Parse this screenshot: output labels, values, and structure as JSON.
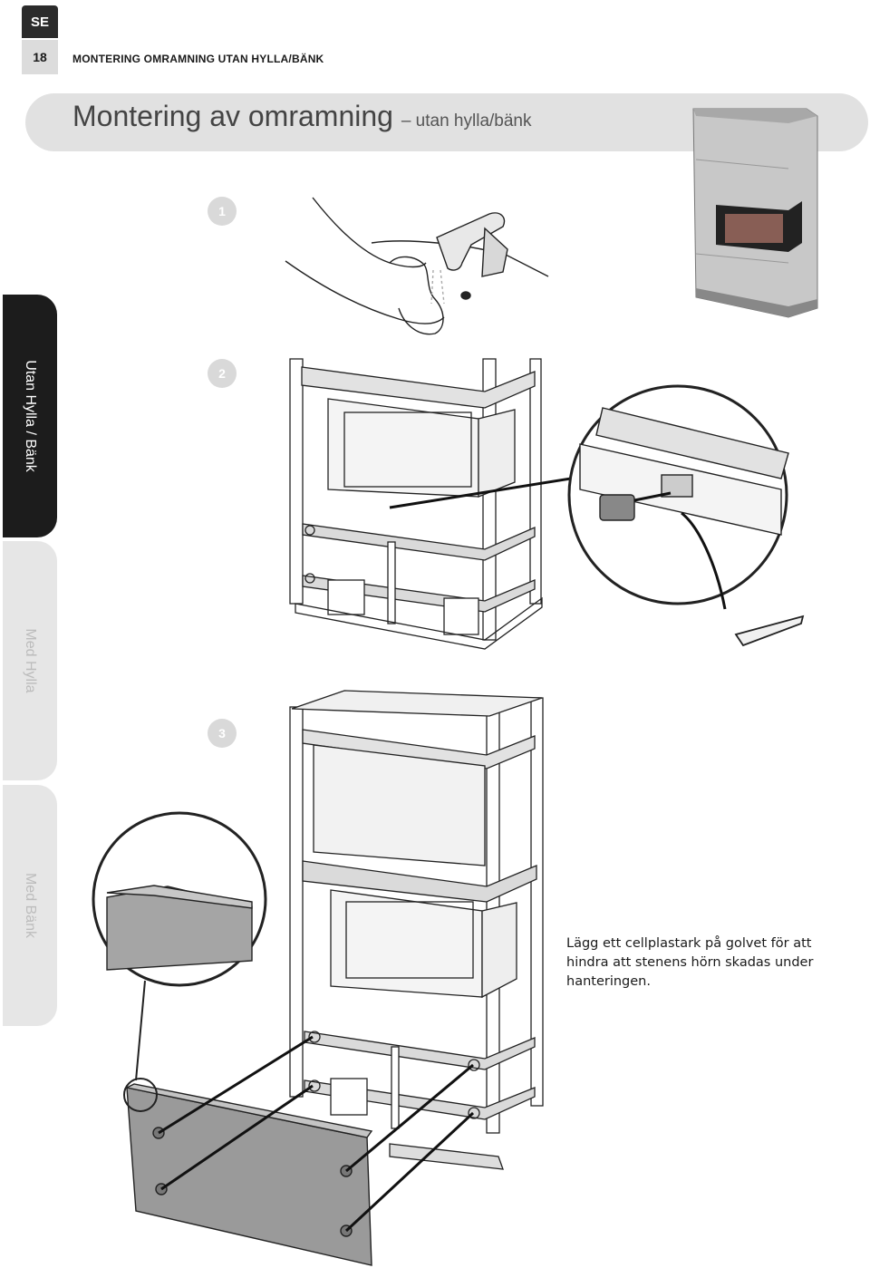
{
  "header": {
    "language_code": "SE",
    "page_number": "18",
    "section_title": "MONTERING OMRAMNING UTAN HYLLA/BÄNK"
  },
  "title": {
    "main": "Montering av omramning",
    "subtitle": "– utan hylla/bänk"
  },
  "side_tabs": [
    {
      "label": "Utan Hylla / Bänk",
      "active": true
    },
    {
      "label": "Med Hylla",
      "active": false
    },
    {
      "label": "Med Bänk",
      "active": false
    }
  ],
  "steps": [
    "1",
    "2",
    "3"
  ],
  "note": "Lägg ett cellplastark på golvet för att hindra att stenens hörn skadas under hanteringen.",
  "colors": {
    "active_tab": "#1c1c1c",
    "inactive_tab": "#e6e6e6",
    "title_band": "#e1e1e1",
    "step_badge": "#d9d9d9"
  }
}
